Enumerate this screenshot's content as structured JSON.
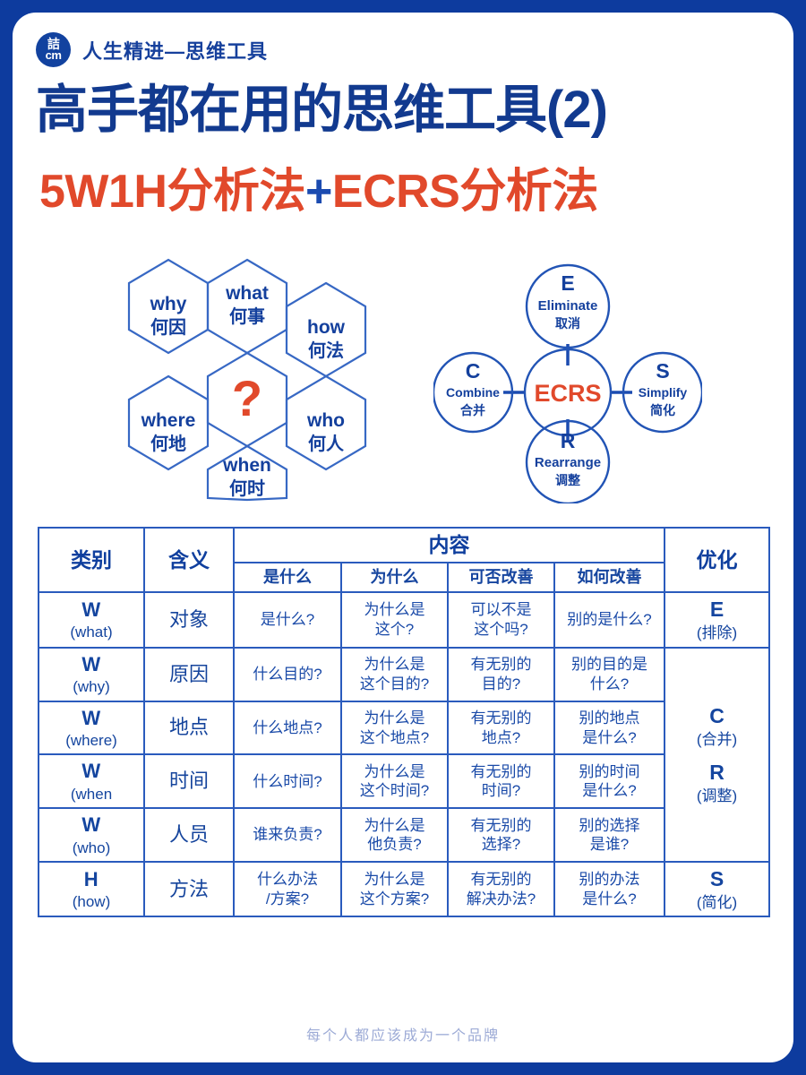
{
  "brand": {
    "logo_line1": "詰",
    "logo_line2": "cm",
    "logo_icon": "brand-circle-logo",
    "name": "人生精进—思维工具"
  },
  "title": {
    "main": "高手都在用的思维工具(2)",
    "sub_left": "5W1H分析法",
    "sub_plus": "+",
    "sub_right": "ECRS分析法"
  },
  "colors": {
    "frame_blue": "#0d3b9e",
    "title_blue": "#123a8f",
    "accent_orange": "#e1492b",
    "table_blue": "#1a4aa8",
    "border_blue": "#2a5bbd",
    "footer_grey": "#9dabd6"
  },
  "hex_diagram": {
    "name": "5w1h-hexagon-diagram",
    "center": "?",
    "cells": [
      {
        "en": "what",
        "cn": "何事"
      },
      {
        "en": "why",
        "cn": "何因"
      },
      {
        "en": "how",
        "cn": "何法"
      },
      {
        "en": "where",
        "cn": "何地"
      },
      {
        "en": "who",
        "cn": "何人"
      },
      {
        "en": "when",
        "cn": "何时"
      }
    ]
  },
  "ecrs_diagram": {
    "name": "ecrs-circle-diagram",
    "center": "ECRS",
    "nodes": [
      {
        "letter": "E",
        "en": "Eliminate",
        "cn": "取消",
        "pos": "top"
      },
      {
        "letter": "C",
        "en": "Combine",
        "cn": "合并",
        "pos": "left"
      },
      {
        "letter": "S",
        "en": "Simplify",
        "cn": "简化",
        "pos": "right"
      },
      {
        "letter": "R",
        "en": "Rearrange",
        "cn": "调整",
        "pos": "bottom"
      }
    ]
  },
  "table": {
    "headers": {
      "category": "类别",
      "meaning": "含义",
      "content": "内容",
      "optimize": "优化",
      "sub": [
        "是什么",
        "为什么",
        "可否改善",
        "如何改善"
      ]
    },
    "rows": [
      {
        "letter": "W",
        "word": "(what)",
        "meaning": "对象",
        "cells": [
          "是什么?",
          "为什么是\n这个?",
          "可以不是\n这个吗?",
          "别的是什么?"
        ]
      },
      {
        "letter": "W",
        "word": "(why)",
        "meaning": "原因",
        "cells": [
          "什么目的?",
          "为什么是\n这个目的?",
          "有无别的\n目的?",
          "别的目的是\n什么?"
        ]
      },
      {
        "letter": "W",
        "word": "(where)",
        "meaning": "地点",
        "cells": [
          "什么地点?",
          "为什么是\n这个地点?",
          "有无别的\n地点?",
          "别的地点\n是什么?"
        ]
      },
      {
        "letter": "W",
        "word": "(when",
        "meaning": "时间",
        "cells": [
          "什么时间?",
          "为什么是\n这个时间?",
          "有无别的\n时间?",
          "别的时间\n是什么?"
        ]
      },
      {
        "letter": "W",
        "word": "(who)",
        "meaning": "人员",
        "cells": [
          "谁来负责?",
          "为什么是\n他负责?",
          "有无别的\n选择?",
          "别的选择\n是谁?"
        ]
      },
      {
        "letter": "H",
        "word": "(how)",
        "meaning": "方法",
        "cells": [
          "什么办法\n/方案?",
          "为什么是\n这个方案?",
          "有无别的\n解决办法?",
          "别的办法\n是什么?"
        ]
      }
    ],
    "optimize": {
      "first": {
        "letter": "E",
        "cn": "(排除)"
      },
      "middle": [
        {
          "letter": "C",
          "cn": "(合并)"
        },
        {
          "letter": "R",
          "cn": "(调整)"
        }
      ],
      "last": {
        "letter": "S",
        "cn": "(简化)"
      }
    }
  },
  "footer": {
    "text": "每个人都应该成为一个品牌"
  }
}
